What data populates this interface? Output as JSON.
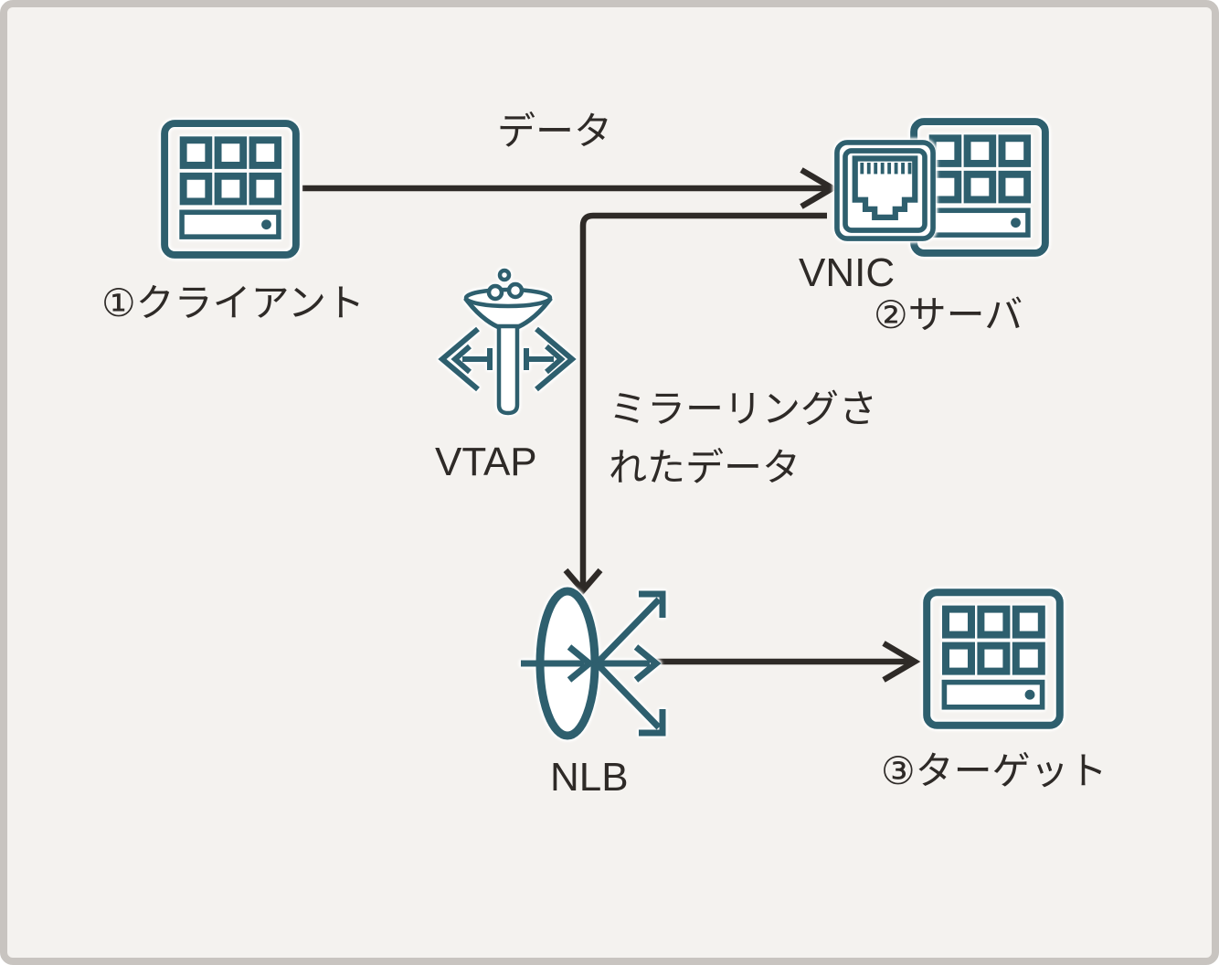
{
  "diagram": {
    "title": "VTAP traffic mirroring diagram",
    "colors": {
      "background": "#f4f2ef",
      "frame": "#c8c4c0",
      "icon_accent": "#2e5f6e",
      "line_and_text": "#2e2a27",
      "icon_fill": "#ffffff"
    },
    "nodes": {
      "client": {
        "label": "①クライアント",
        "icon": "computer-icon"
      },
      "server": {
        "label": "②サーバ",
        "icon": "computer-icon"
      },
      "vnic": {
        "label": "VNIC",
        "icon": "ethernet-port-icon"
      },
      "vtap": {
        "label": "VTAP",
        "icon": "funnel-tap-icon"
      },
      "nlb": {
        "label": "NLB",
        "icon": "load-balancer-icon"
      },
      "target": {
        "label": "③ターゲット",
        "icon": "computer-icon"
      }
    },
    "edges": {
      "data": {
        "from": "client",
        "to": "vnic",
        "label": "データ"
      },
      "mirrored_data": {
        "from": "vnic",
        "to": "nlb",
        "label": "ミラーリングさ\nれたデータ"
      },
      "nlb_to_target": {
        "from": "nlb",
        "to": "target",
        "label": ""
      }
    }
  }
}
